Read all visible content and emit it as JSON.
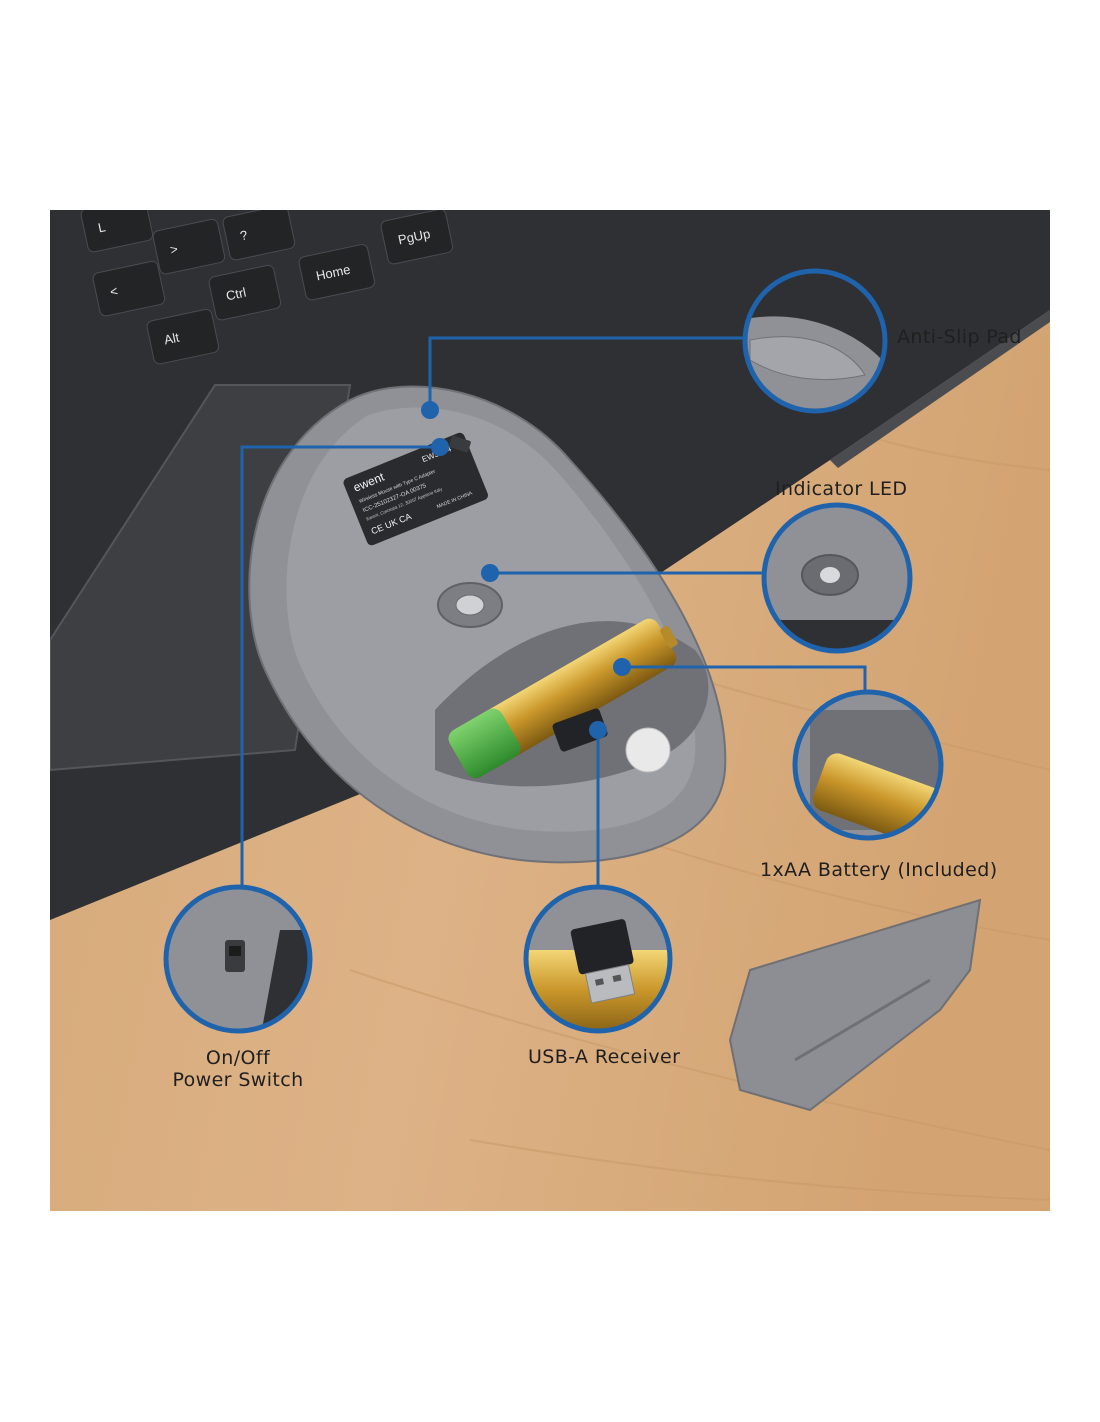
{
  "callouts": {
    "anti_slip_pad": "Anti-Slip Pad",
    "indicator_led": "Indicator LED",
    "battery": "1xAA Battery (Included)",
    "usb_receiver": "USB-A Receiver",
    "power_switch_line1": "On/Off",
    "power_switch_line2": "Power Switch"
  },
  "mouse_label": {
    "brand": "ewent",
    "model": "EW3204",
    "line1": "Wireless Mouse with Type C Adapter",
    "line2": "ICC-25102327-OA 00375",
    "line3": "Ewent, Corcesta 12, 30057 Appiano Italy",
    "made_in": "MADE IN CHINA",
    "marks": "CE UK CA"
  },
  "keyboard_keys": [
    "L",
    ">",
    "?",
    "<",
    "Ctrl",
    "Alt",
    "Home",
    "PgUp"
  ],
  "colors": {
    "accent": "#1f63ad",
    "desk": "#d9ae7f",
    "laptop": "#2e3033",
    "mouse": "#8f9196"
  }
}
